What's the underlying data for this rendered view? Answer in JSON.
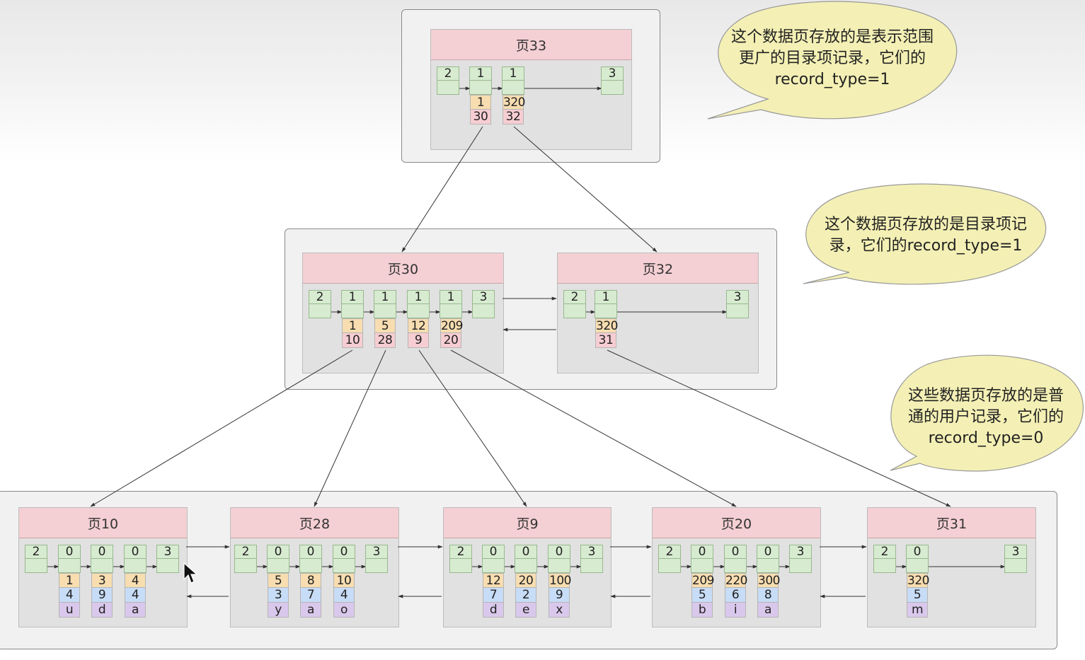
{
  "callouts": [
    {
      "id": "top",
      "lines": [
        "这个数据页存放的是表示范围",
        "更广的目录项记录，它们的",
        "record_type=1"
      ]
    },
    {
      "id": "mid",
      "lines": [
        "这个数据页存放的是目录项记",
        "录，它们的record_type=1"
      ]
    },
    {
      "id": "bot",
      "lines": [
        "这些数据页存放的是普",
        "通的用户记录，它们的",
        "record_type=0"
      ]
    }
  ],
  "pages": [
    {
      "id": "p33",
      "title": "页33",
      "records": [
        {
          "type": "2",
          "cells": []
        },
        {
          "type": "1",
          "cells": [
            "1",
            "30"
          ]
        },
        {
          "type": "1",
          "cells": [
            "320",
            "32"
          ]
        },
        {
          "type": "3",
          "cells": []
        }
      ]
    },
    {
      "id": "p30",
      "title": "页30",
      "records": [
        {
          "type": "2",
          "cells": []
        },
        {
          "type": "1",
          "cells": [
            "1",
            "10"
          ]
        },
        {
          "type": "1",
          "cells": [
            "5",
            "28"
          ]
        },
        {
          "type": "1",
          "cells": [
            "12",
            "9"
          ]
        },
        {
          "type": "1",
          "cells": [
            "209",
            "20"
          ]
        },
        {
          "type": "3",
          "cells": []
        }
      ]
    },
    {
      "id": "p32",
      "title": "页32",
      "records": [
        {
          "type": "2",
          "cells": []
        },
        {
          "type": "1",
          "cells": [
            "320",
            "31"
          ]
        },
        {
          "type": "3",
          "cells": []
        }
      ]
    },
    {
      "id": "p10",
      "title": "页10",
      "records": [
        {
          "type": "2",
          "cells": []
        },
        {
          "type": "0",
          "cells": [
            "1",
            "4",
            "u"
          ]
        },
        {
          "type": "0",
          "cells": [
            "3",
            "9",
            "d"
          ]
        },
        {
          "type": "0",
          "cells": [
            "4",
            "4",
            "a"
          ]
        },
        {
          "type": "3",
          "cells": []
        }
      ]
    },
    {
      "id": "p28",
      "title": "页28",
      "records": [
        {
          "type": "2",
          "cells": []
        },
        {
          "type": "0",
          "cells": [
            "5",
            "3",
            "y"
          ]
        },
        {
          "type": "0",
          "cells": [
            "8",
            "7",
            "a"
          ]
        },
        {
          "type": "0",
          "cells": [
            "10",
            "4",
            "o"
          ]
        },
        {
          "type": "3",
          "cells": []
        }
      ]
    },
    {
      "id": "p9",
      "title": "页9",
      "records": [
        {
          "type": "2",
          "cells": []
        },
        {
          "type": "0",
          "cells": [
            "12",
            "7",
            "d"
          ]
        },
        {
          "type": "0",
          "cells": [
            "20",
            "2",
            "e"
          ]
        },
        {
          "type": "0",
          "cells": [
            "100",
            "9",
            "x"
          ]
        },
        {
          "type": "3",
          "cells": []
        }
      ]
    },
    {
      "id": "p20",
      "title": "页20",
      "records": [
        {
          "type": "2",
          "cells": []
        },
        {
          "type": "0",
          "cells": [
            "209",
            "5",
            "b"
          ]
        },
        {
          "type": "0",
          "cells": [
            "220",
            "6",
            "i"
          ]
        },
        {
          "type": "0",
          "cells": [
            "300",
            "8",
            "a"
          ]
        },
        {
          "type": "3",
          "cells": []
        }
      ]
    },
    {
      "id": "p31",
      "title": "页31",
      "records": [
        {
          "type": "2",
          "cells": []
        },
        {
          "type": "0",
          "cells": [
            "320",
            "5",
            "m"
          ]
        },
        {
          "type": "3",
          "cells": []
        }
      ]
    }
  ],
  "colors": {
    "header": "#f4cfd3",
    "record": "#d7ebd0",
    "key": "#f7ddb0",
    "pageno": "#f6cdd2",
    "col2": "#c7dcf6",
    "col3": "#dac8ec",
    "bubble": "#f4f0b5"
  }
}
